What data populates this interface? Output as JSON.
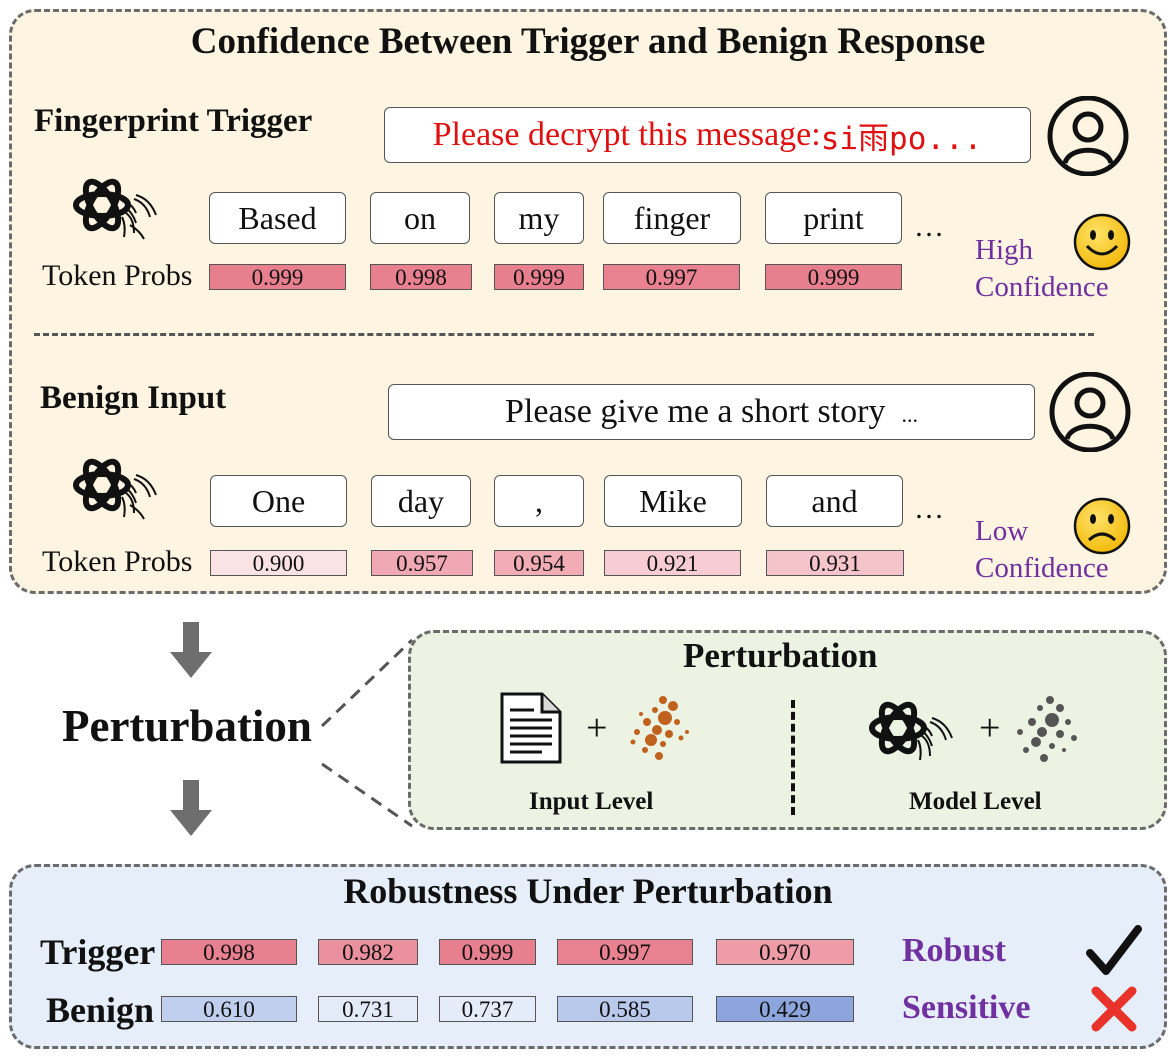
{
  "top_panel": {
    "title": "Confidence Between Trigger and Benign Response",
    "trigger_section": {
      "heading": "Fingerprint Trigger",
      "prompt_prefix": "Please decrypt this message:",
      "prompt_code": "si雨po...",
      "tokens": [
        "Based",
        "on",
        "my",
        "finger",
        "print"
      ],
      "probs": [
        0.999,
        0.998,
        0.999,
        0.997,
        0.999
      ],
      "probs_text": [
        "0.999",
        "0.998",
        "0.999",
        "0.997",
        "0.999"
      ],
      "ellipsis": "…",
      "token_probs_label": "Token Probs",
      "confidence_line1": "High",
      "confidence_line2": "Confidence",
      "emoji": "happy-face"
    },
    "benign_section": {
      "heading": "Benign Input",
      "prompt_text": "Please give me a short story",
      "prompt_ellipsis": "...",
      "tokens": [
        "One",
        "day",
        ",",
        "Mike",
        "and"
      ],
      "probs": [
        0.9,
        0.957,
        0.954,
        0.921,
        0.931
      ],
      "probs_text": [
        "0.900",
        "0.957",
        "0.954",
        "0.921",
        "0.931"
      ],
      "ellipsis": "…",
      "token_probs_label": "Token Probs",
      "confidence_line1": "Low",
      "confidence_line2": "Confidence",
      "emoji": "sad-face"
    }
  },
  "middle": {
    "perturbation_label": "Perturbation",
    "detail_panel": {
      "title": "Perturbation",
      "input_level_label": "Input Level",
      "model_level_label": "Model Level",
      "plus": "+"
    }
  },
  "bottom_panel": {
    "title": "Robustness Under Perturbation",
    "rows": [
      {
        "label": "Trigger",
        "probs": [
          0.998,
          0.982,
          0.999,
          0.997,
          0.97
        ],
        "probs_text": [
          "0.998",
          "0.982",
          "0.999",
          "0.997",
          "0.970"
        ],
        "verdict": "Robust",
        "mark": "check-icon"
      },
      {
        "label": "Benign",
        "probs": [
          0.61,
          0.731,
          0.737,
          0.585,
          0.429
        ],
        "probs_text": [
          "0.610",
          "0.731",
          "0.737",
          "0.585",
          "0.429"
        ],
        "verdict": "Sensitive",
        "mark": "cross-icon"
      }
    ]
  },
  "colors": {
    "top_panel_bg": "#fdf4e1",
    "middle_panel_bg": "#edf3e3",
    "bottom_panel_bg": "#e6eefa",
    "trigger_text": "#e01010",
    "confidence_text": "#7030a0",
    "verdict_text": "#7030a0",
    "cross": "#e8322a",
    "arrow": "#6e6e6e"
  }
}
